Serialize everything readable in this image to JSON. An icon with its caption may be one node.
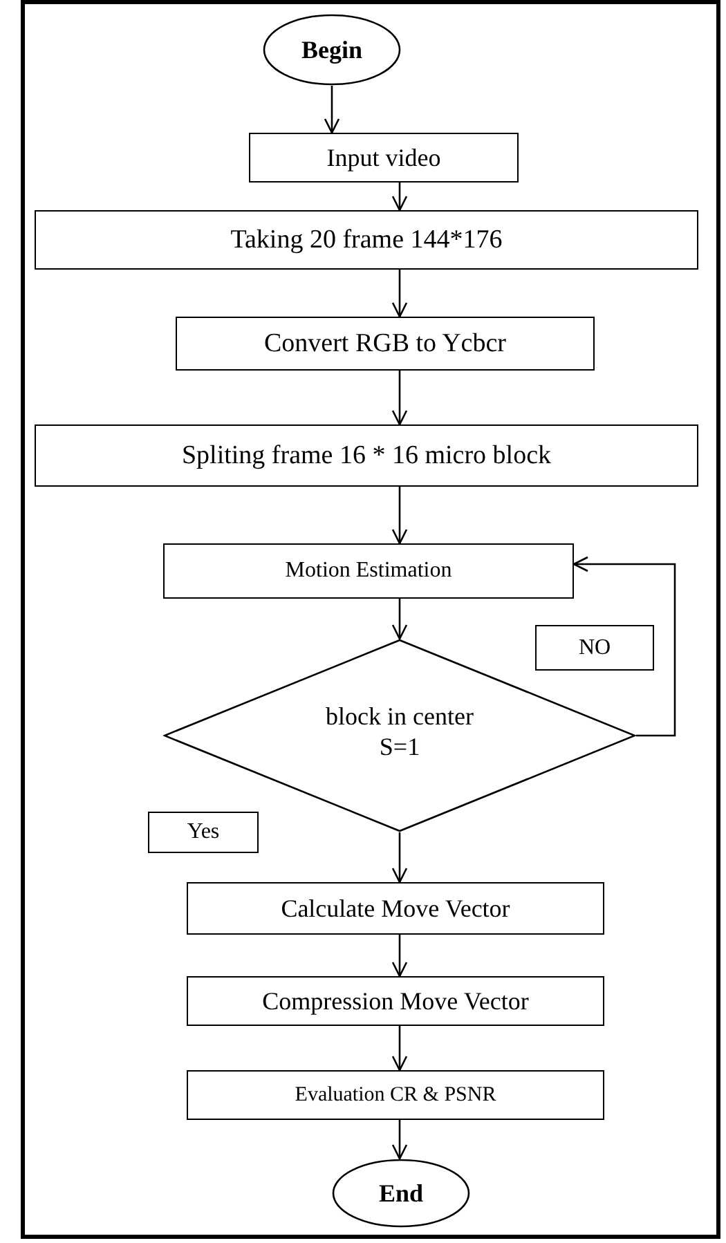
{
  "diagram": {
    "nodes": [
      {
        "text": [
          "Begin"
        ]
      },
      {
        "text": [
          "Input video"
        ]
      },
      {
        "text": [
          "Taking 20 frame 144*176"
        ]
      },
      {
        "text": [
          "Convert RGB to Ycbcr"
        ]
      },
      {
        "text": [
          "Spliting frame 16 * 16 micro block"
        ]
      },
      {
        "text": [
          "Motion Estimation"
        ]
      },
      {
        "text": [
          "block in center S=1"
        ]
      },
      {
        "text": [
          "NO"
        ]
      },
      {
        "text": [
          "Yes"
        ]
      },
      {
        "text": [
          "Calculate Move Vector"
        ]
      },
      {
        "text": [
          "Compression Move Vector"
        ]
      },
      {
        "text": [
          "Evaluation CR & PSNR"
        ]
      },
      {
        "text": [
          "End"
        ]
      }
    ],
    "edges": [
      {
        "from": 0,
        "to": 1,
        "arrow": "to"
      },
      {
        "from": 1,
        "to": 2,
        "arrow": "to"
      },
      {
        "from": 2,
        "to": 3,
        "arrow": "to"
      },
      {
        "from": 3,
        "to": 4,
        "arrow": "to"
      },
      {
        "from": 4,
        "to": 5,
        "arrow": "to"
      },
      {
        "from": 5,
        "to": 6,
        "arrow": "to"
      },
      {
        "from": 6,
        "to": 5,
        "arrow": "to"
      },
      {
        "from": 6,
        "to": 9,
        "arrow": "to"
      },
      {
        "from": 9,
        "to": 10,
        "arrow": "to"
      },
      {
        "from": 10,
        "to": 11,
        "arrow": "to"
      },
      {
        "from": 11,
        "to": 12,
        "arrow": "to"
      }
    ]
  }
}
